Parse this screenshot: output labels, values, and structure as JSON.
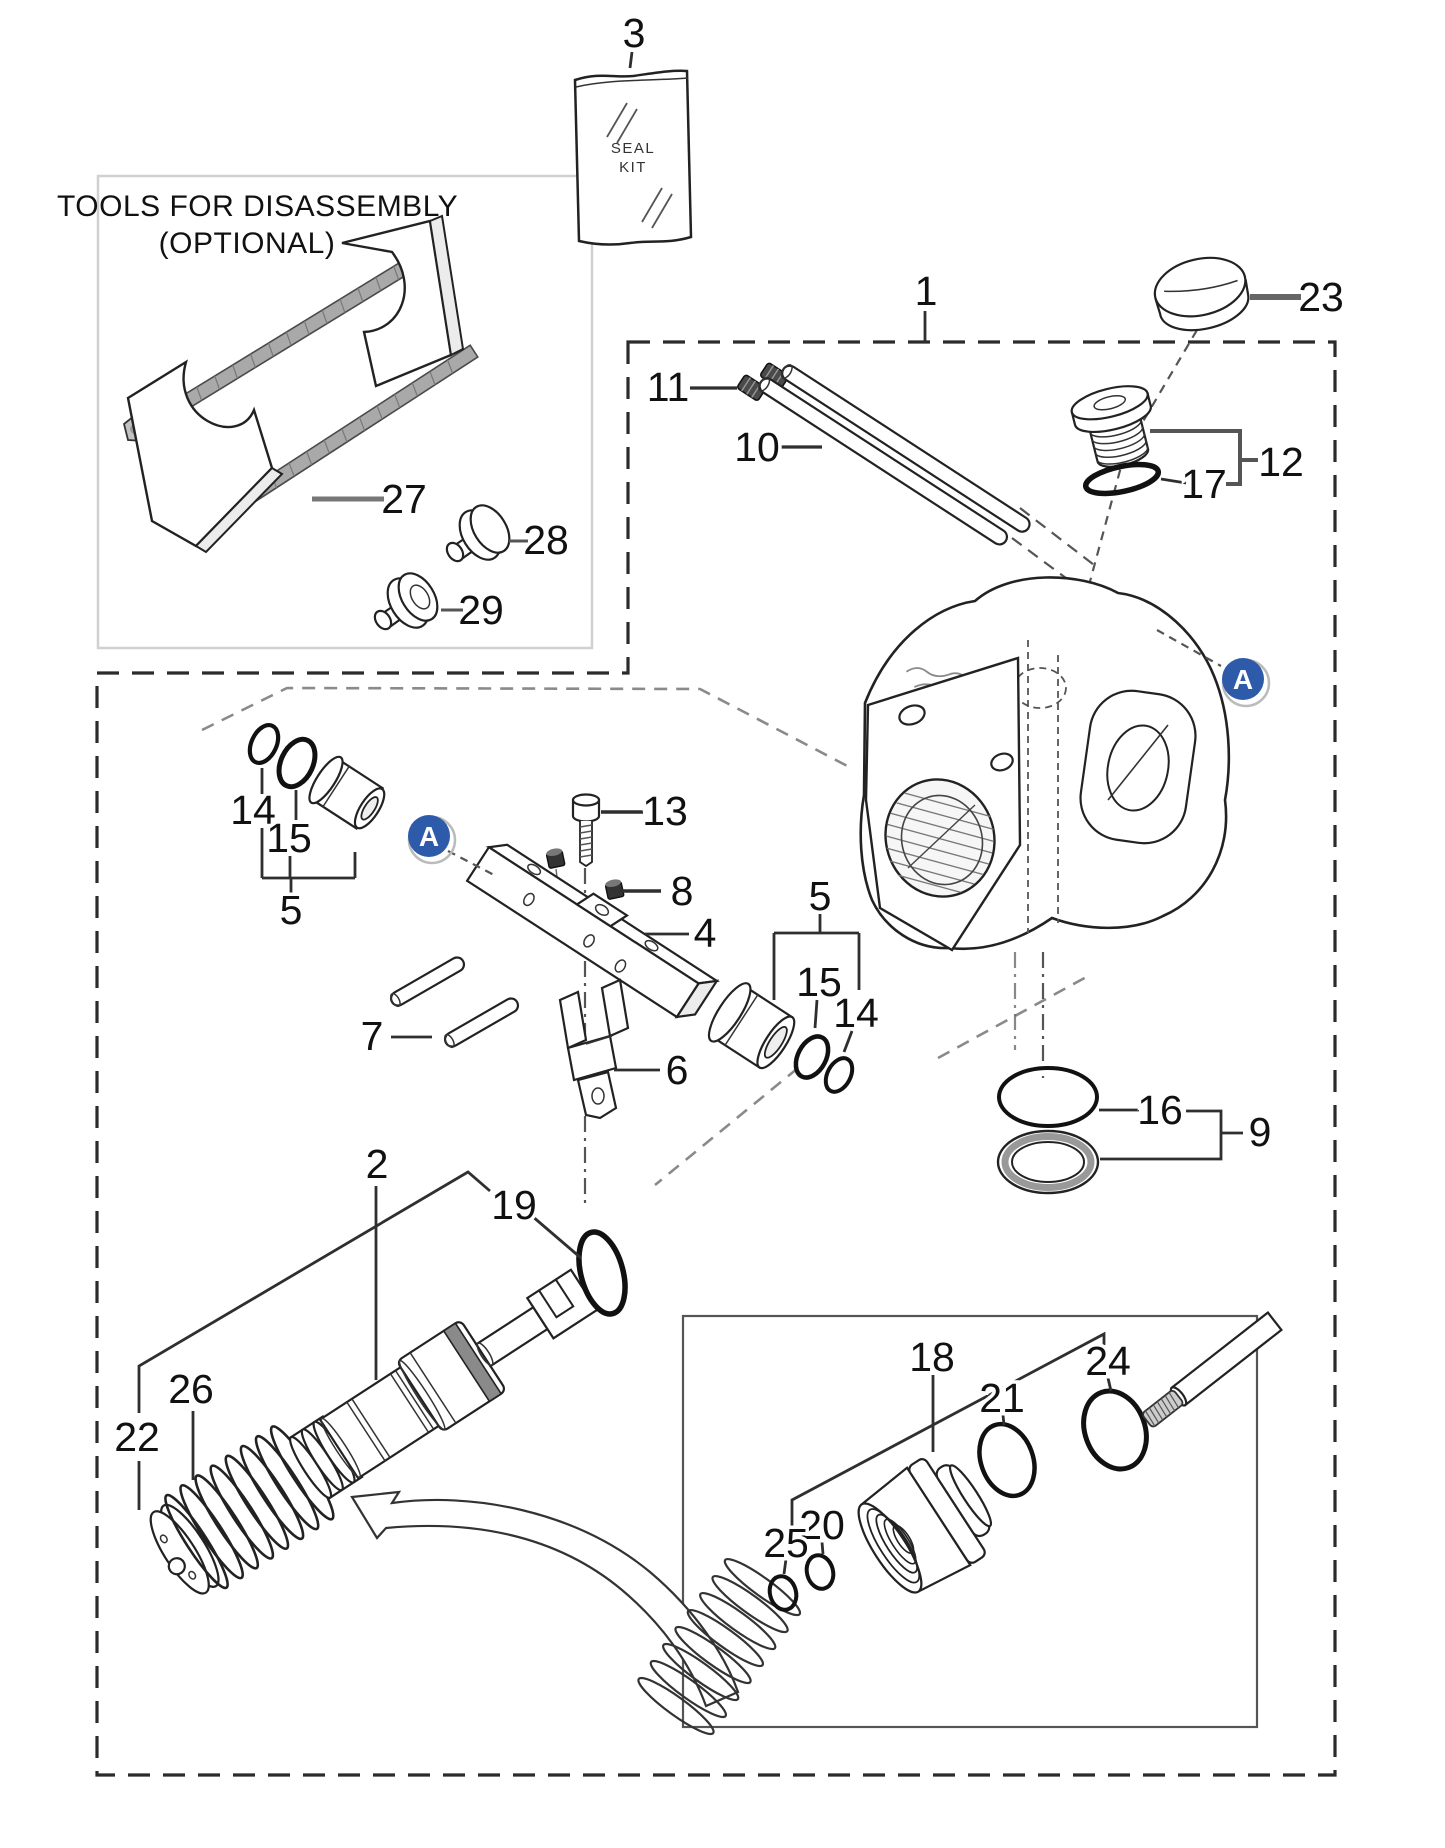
{
  "tools_panel": {
    "title_line1": "TOOLS FOR DISASSEMBLY",
    "title_line2": "(OPTIONAL)"
  },
  "seal_kit_bag": {
    "line1": "SEAL",
    "line2": "KIT"
  },
  "detail_markers": [
    {
      "label": "A"
    },
    {
      "label": "A"
    }
  ],
  "marker_color": "#2d5ba9",
  "callouts": [
    {
      "id": "1",
      "label": "1"
    },
    {
      "id": "2",
      "label": "2"
    },
    {
      "id": "3",
      "label": "3"
    },
    {
      "id": "4",
      "label": "4"
    },
    {
      "id": "5-left",
      "label": "5"
    },
    {
      "id": "5-right",
      "label": "5"
    },
    {
      "id": "6",
      "label": "6"
    },
    {
      "id": "7",
      "label": "7"
    },
    {
      "id": "8",
      "label": "8"
    },
    {
      "id": "9",
      "label": "9"
    },
    {
      "id": "10",
      "label": "10"
    },
    {
      "id": "11",
      "label": "11"
    },
    {
      "id": "12",
      "label": "12"
    },
    {
      "id": "13",
      "label": "13"
    },
    {
      "id": "14-left",
      "label": "14"
    },
    {
      "id": "15-left",
      "label": "15"
    },
    {
      "id": "14-right",
      "label": "14"
    },
    {
      "id": "15-right",
      "label": "15"
    },
    {
      "id": "16",
      "label": "16"
    },
    {
      "id": "17",
      "label": "17"
    },
    {
      "id": "18",
      "label": "18"
    },
    {
      "id": "19",
      "label": "19"
    },
    {
      "id": "20",
      "label": "20"
    },
    {
      "id": "21",
      "label": "21"
    },
    {
      "id": "22",
      "label": "22"
    },
    {
      "id": "23",
      "label": "23"
    },
    {
      "id": "24",
      "label": "24"
    },
    {
      "id": "25",
      "label": "25"
    },
    {
      "id": "26",
      "label": "26"
    },
    {
      "id": "27",
      "label": "27"
    },
    {
      "id": "28",
      "label": "28"
    },
    {
      "id": "29",
      "label": "29"
    }
  ]
}
